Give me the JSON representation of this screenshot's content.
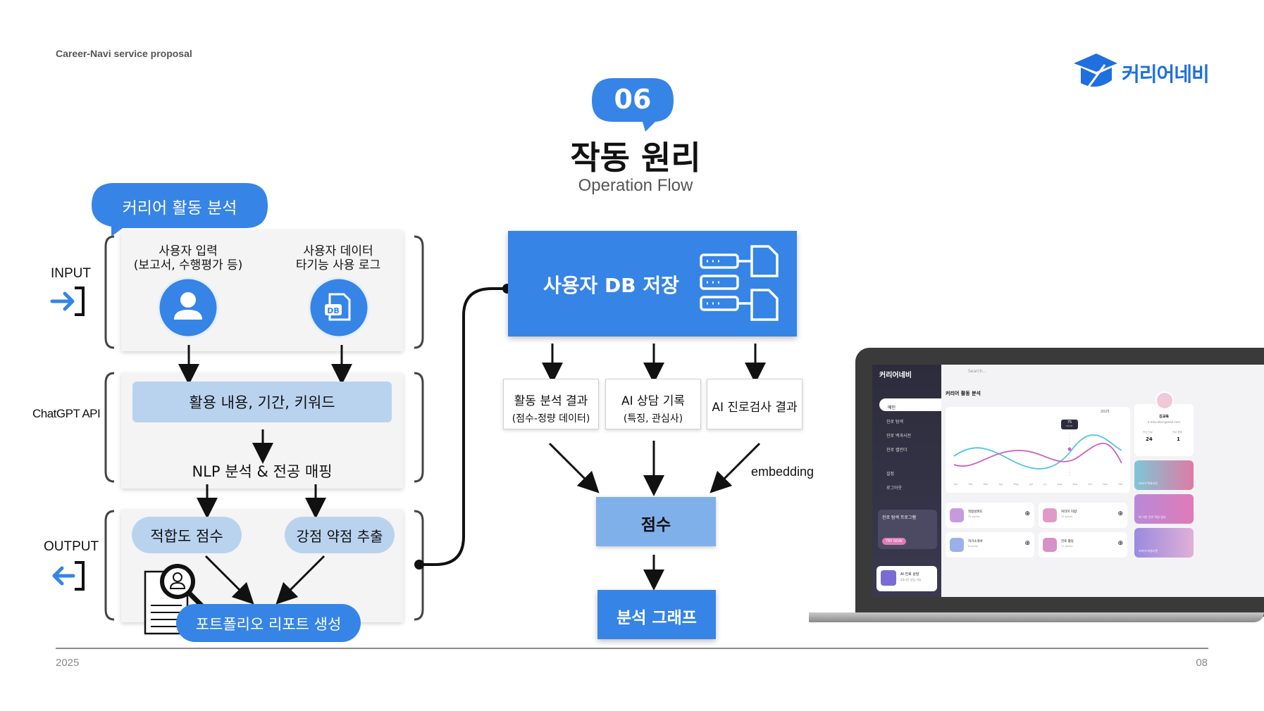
{
  "header": {
    "proposal": "Career-Navi service proposal"
  },
  "logo": {
    "text": "커리어네비",
    "icon": "graduation-cap-pen-icon"
  },
  "section": {
    "number": "06",
    "title": "작동 원리",
    "subtitle": "Operation Flow"
  },
  "left_flow": {
    "tag": "커리어 활동 분석",
    "side_labels": {
      "input": "INPUT",
      "api": "ChatGPT API",
      "output": "OUTPUT"
    },
    "input_user": {
      "line1": "사용자 입력",
      "line2": "(보고서, 수행평가 등)",
      "icon": "user-icon"
    },
    "input_data": {
      "line1": "사용자 데이터",
      "line2": "타기능 사용 로그",
      "icon": "db-file-icon"
    },
    "extract": "활용 내용, 기간, 키워드",
    "nlp": "NLP 분석 & 전공 매핑",
    "fit_score": "적합도 점수",
    "strength": "강점 약점 추출",
    "report": "포트폴리오 리포트 생성"
  },
  "right_flow": {
    "db_save": "사용자 DB 저장",
    "results": [
      {
        "line1": "활동 분석 결과",
        "line2": "(점수-정량 데이터)"
      },
      {
        "line1": "AI 상담 기록",
        "line2": "(특징, 관심사)"
      },
      {
        "line1": "AI 진로검사 결과",
        "line2": ""
      }
    ],
    "embedding": "embedding",
    "score": "점수",
    "graph": "분석 그래프"
  },
  "laptop": {
    "app_name": "커리어네비",
    "search_placeholder": "Search...",
    "menu": [
      "메인",
      "진로 탐색",
      "진로 백과사전",
      "진로 캘린더",
      "설정",
      "로그아웃"
    ],
    "promo": {
      "title": "진로 탐색 프로그램",
      "button": "TRY NOW"
    },
    "profile_footer": {
      "name": "AI 진로 상담",
      "desc": "24시간 상담 가능"
    },
    "chart": {
      "title": "커리어 활동 분석",
      "year": "2025",
      "tooltip_value": "75",
      "tooltip_unit": "Points",
      "months": [
        "Jan",
        "Feb",
        "Mar",
        "Apr",
        "May",
        "Jun",
        "Jul",
        "Aug",
        "Sep",
        "Oct",
        "Nov",
        "Dec"
      ]
    },
    "user": {
      "name": "김교육",
      "email": "k-education@mail.com",
      "stat1_label": "관심 진로",
      "stat1_value": "24",
      "stat2_label": "진로 활동",
      "stat2_value": "1"
    },
    "cards": [
      {
        "title": "적합성파도",
        "sub": "25 points"
      },
      {
        "title": "커리어 지향",
        "sub": "15 points"
      },
      {
        "title": "자기소개서",
        "sub": "8 points"
      },
      {
        "title": "진로 활동",
        "sub": "11 points"
      }
    ],
    "feature_cards": [
      "커리어 백과사전",
      "AI 기반 진로 적성 검사",
      "커리어 마일스톤"
    ]
  },
  "footer": {
    "year": "2025",
    "page": "08"
  },
  "colors": {
    "primary": "#3684e6",
    "light_blue": "#b9d3ef",
    "score_box": "#7fb0ea"
  }
}
